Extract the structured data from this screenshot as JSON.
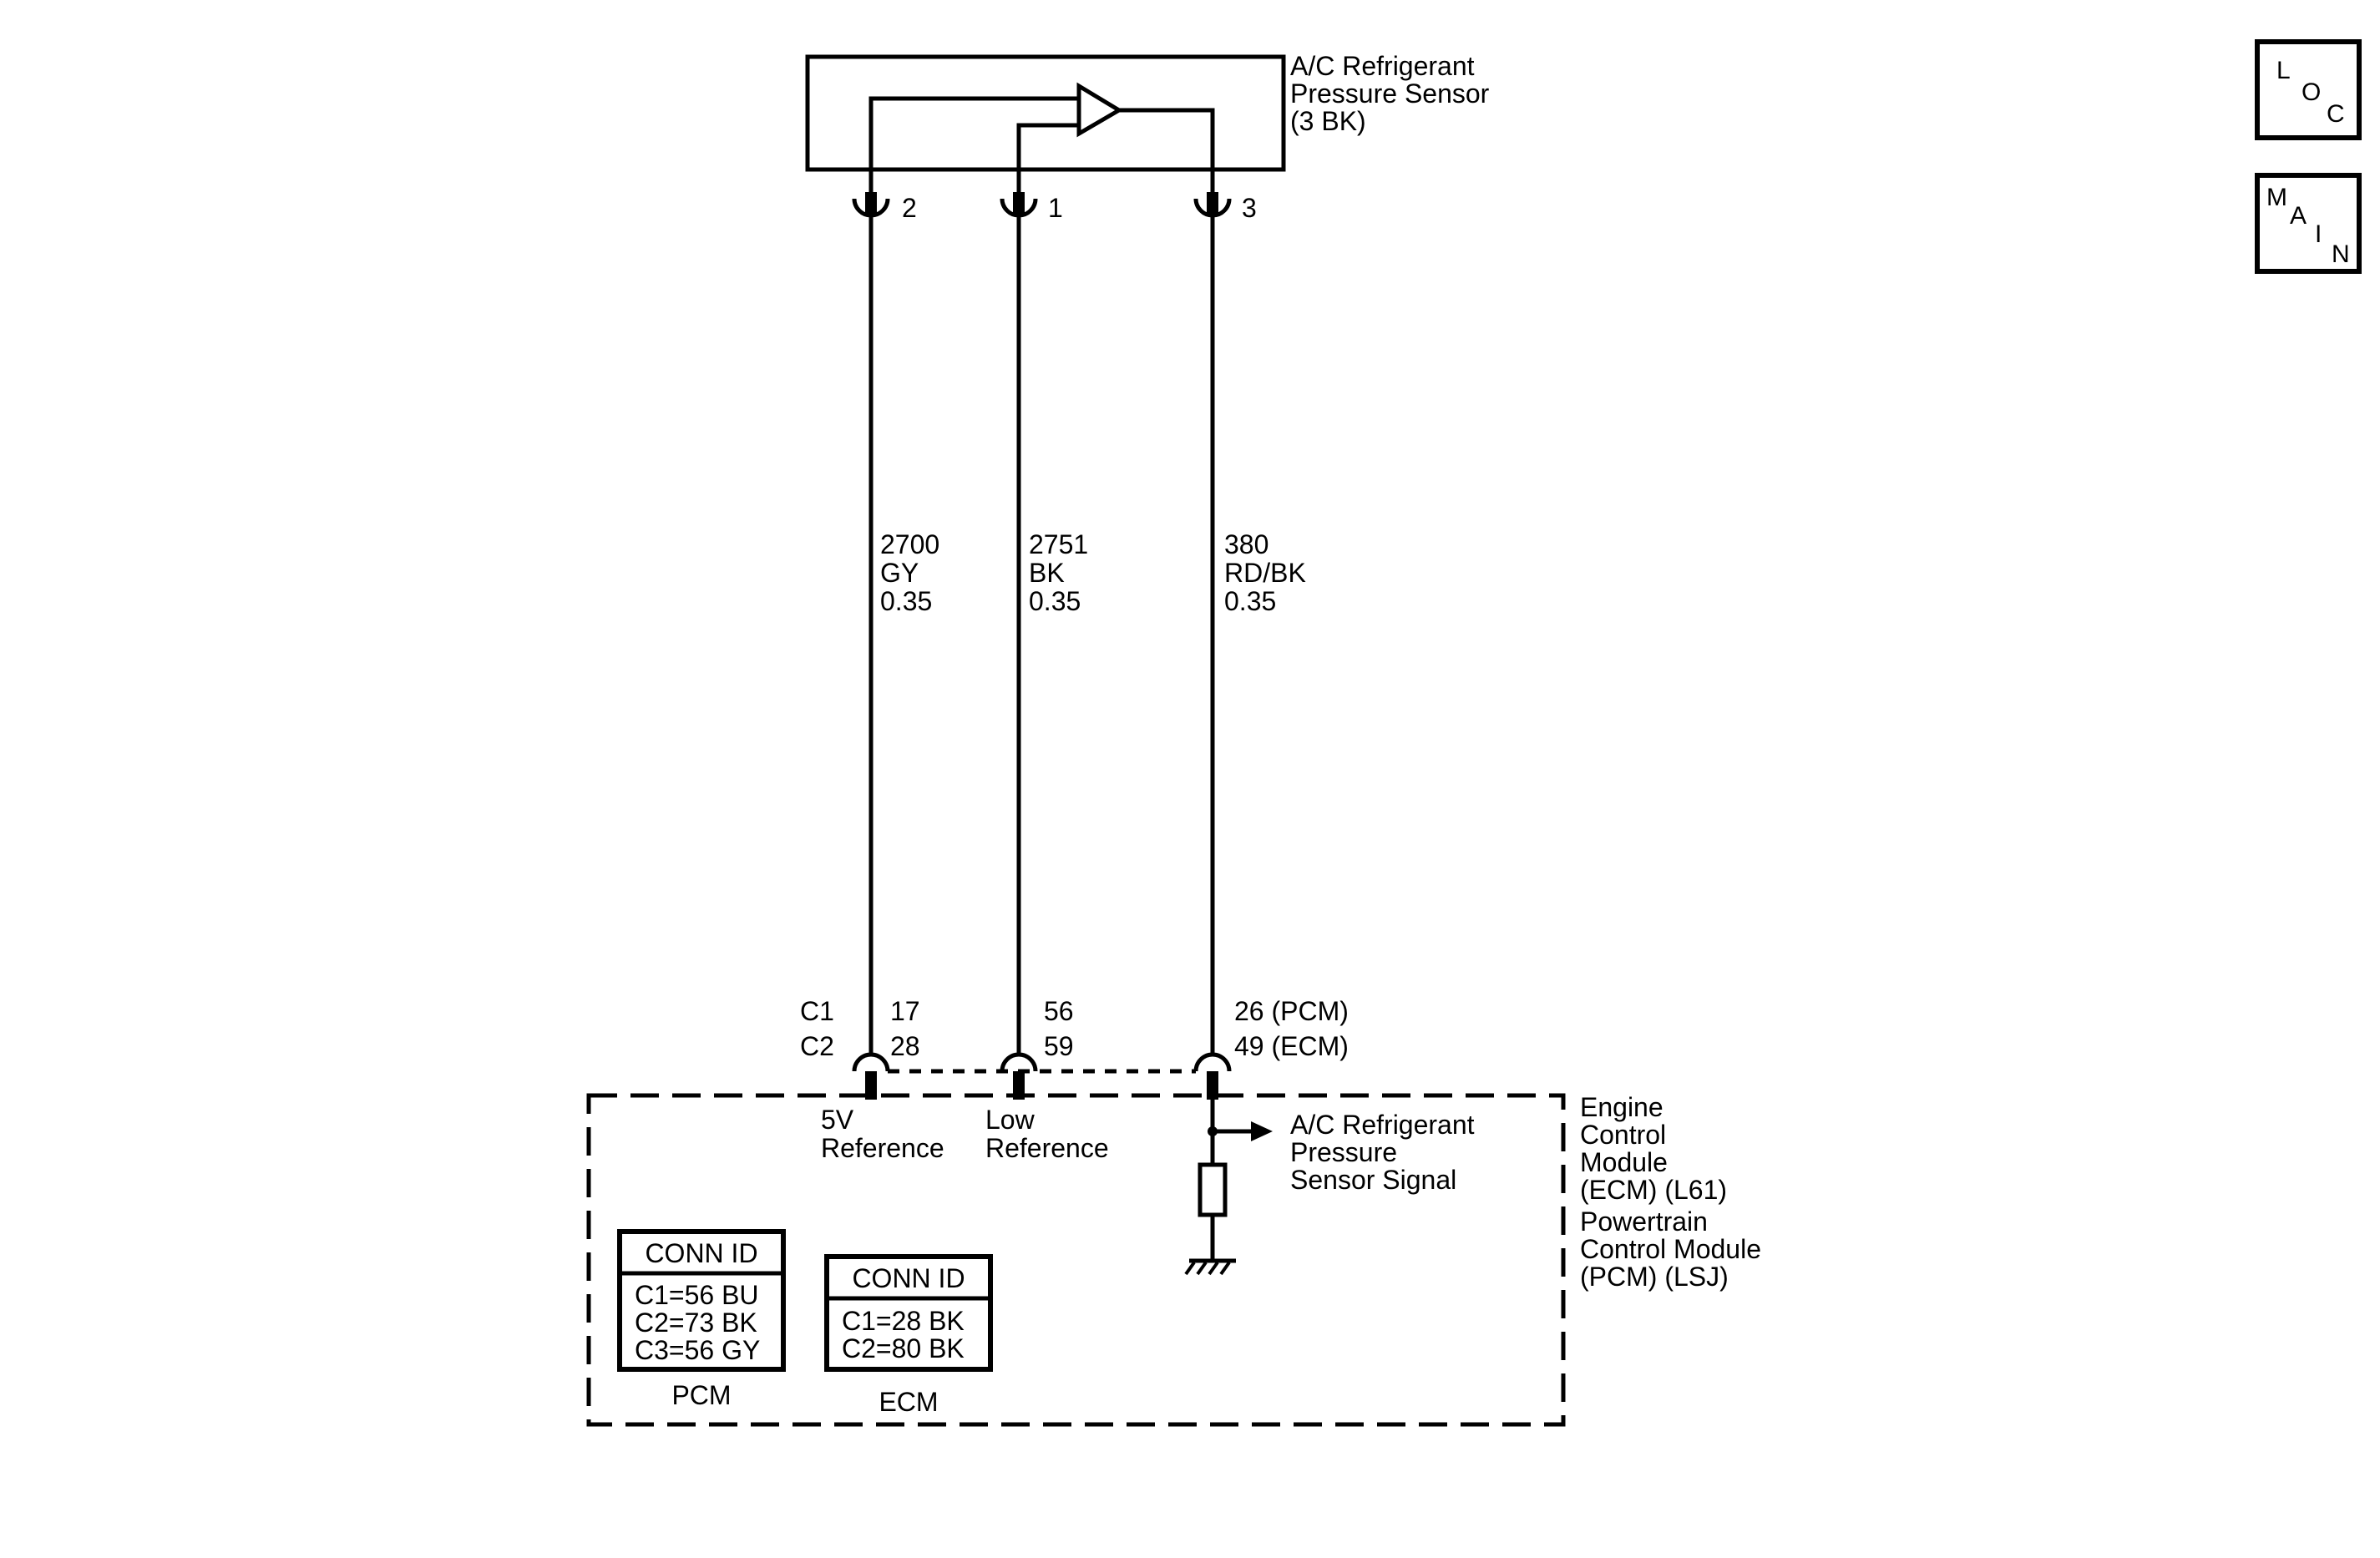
{
  "sensor": {
    "name_lines": [
      "A/C Refrigerant",
      "Pressure Sensor",
      "(3 BK)"
    ]
  },
  "sensor_pins": [
    {
      "label": "2",
      "label_side": "right"
    },
    {
      "label": "1",
      "label_side": "right"
    },
    {
      "label": "3",
      "label_side": "right"
    }
  ],
  "wires": [
    {
      "circuit": "2700",
      "color": "GY",
      "gauge": "0.35"
    },
    {
      "circuit": "2751",
      "color": "BK",
      "gauge": "0.35"
    },
    {
      "circuit": "380",
      "color": "RD/BK",
      "gauge": "0.35"
    }
  ],
  "module_pins": {
    "c1_label": "C1",
    "c2_label": "C2",
    "pins": [
      {
        "c1": "17",
        "c2": "28"
      },
      {
        "c1": "56",
        "c2": "59"
      },
      {
        "c1": "26 (PCM)",
        "c2": "49 (ECM)"
      }
    ]
  },
  "module_circuits": {
    "ref5v_lines": [
      "5V",
      "Reference"
    ],
    "low_ref_lines": [
      "Low",
      "Reference"
    ],
    "signal_lines": [
      "A/C Refrigerant",
      "Pressure",
      "Sensor Signal"
    ]
  },
  "module": {
    "name_lines": [
      "Engine",
      "Control",
      "Module",
      "(ECM) (L61)",
      "Powertrain",
      "Control Module",
      "(PCM) (LSJ)"
    ]
  },
  "conn_tables": [
    {
      "header": "CONN ID",
      "rows": [
        "C1=56 BU",
        "C2=73 BK",
        "C3=56 GY"
      ],
      "caption": "PCM"
    },
    {
      "header": "CONN ID",
      "rows": [
        "C1=28 BK",
        "C2=80 BK"
      ],
      "caption": "ECM"
    }
  ],
  "nav": {
    "loc_letters": [
      "L",
      "O",
      "C"
    ],
    "main_letters": [
      "M",
      "A",
      "I",
      "N"
    ]
  }
}
